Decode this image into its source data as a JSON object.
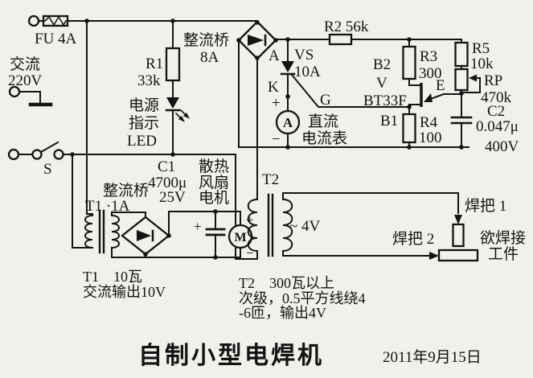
{
  "title": "自制小型电焊机",
  "date": "2011年9月15日",
  "colors": {
    "ink": "#141414",
    "paper": "#f2f0ea"
  },
  "labels": {
    "fuse": "FU 4A",
    "ac_line1": "交流",
    "ac_line2": "220V",
    "switch": "S",
    "r1_name": "R1",
    "r1_value": "33k",
    "led_line1": "电源",
    "led_line2": "指示",
    "led_line3": "LED",
    "bridge1_name": "整流桥",
    "bridge1_rating": "8A",
    "r2": "R2 56k",
    "vs_anode": "A",
    "vs_name": "VS",
    "vs_rating": "10A",
    "vs_cathode": "K",
    "vs_gate": "G",
    "meter_plus": "+",
    "meter_minus": "−",
    "ammeter_symbol": "A",
    "ammeter_line1": "直流",
    "ammeter_line2": "电流表",
    "r3_name": "R3",
    "r3_value": "300",
    "ujt_b2": "B2",
    "ujt_v": "V",
    "ujt_model": "BT33F",
    "ujt_b1": "B1",
    "ujt_e": "E",
    "r4_name": "R4",
    "r4_value": "100",
    "r5_name": "R5",
    "r5_value": "10k",
    "rp_name": "RP",
    "rp_value": "470k",
    "c2_name": "C2",
    "c2_value": "0.047μ",
    "c2_voltage": "400V",
    "c1_name": "C1",
    "c1_value": "4700μ",
    "c1_voltage": "25V",
    "fan_line1": "散热",
    "fan_line2": "风扇",
    "fan_line3": "电机",
    "bridge2_name": "整流桥",
    "t1_tag": "T1 ·1A",
    "cap_plus": "+",
    "motor_plus": "+",
    "motor_minus": "−",
    "motor_symbol": "M",
    "t2_tag": "T2",
    "t2_output": "~ 4V",
    "holder1": "焊把 1",
    "holder2": "焊把 2",
    "workpiece_line1": "欲焊接",
    "workpiece_line2": "工件"
  },
  "notes": {
    "t1_line1": "T1　10瓦",
    "t1_line2": "交流输出10V",
    "t2_line1": "T2　300瓦以上",
    "t2_line2": "次级，0.5平方线绕4",
    "t2_line3": "-6匝，输出4V"
  }
}
